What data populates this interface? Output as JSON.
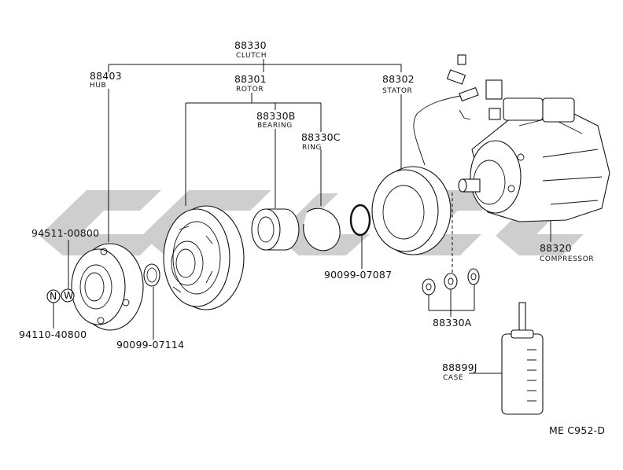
{
  "callouts": {
    "clutch": {
      "number": "88330",
      "name": "CLUTCH"
    },
    "hub": {
      "number": "88403",
      "name": "HUB"
    },
    "rotor": {
      "number": "88301",
      "name": "ROTOR"
    },
    "stator": {
      "number": "88302",
      "name": "STATOR"
    },
    "bearing": {
      "number": "88330B",
      "name": "BEARING"
    },
    "ring": {
      "number": "88330C",
      "name": "RING"
    },
    "bolt": {
      "number": "94511-00800"
    },
    "nut": {
      "number": "94110-40800"
    },
    "snap_ring_rotor": {
      "number": "90099-07114"
    },
    "snap_ring_stator": {
      "number": "90099-07087"
    },
    "compressor": {
      "number": "88320",
      "name": "COMPRESSOR"
    },
    "shims": {
      "number": "88330A"
    },
    "case": {
      "number": "88899J",
      "name": "CASE"
    }
  },
  "markers": {
    "nut_n": "N",
    "nut_w": "W"
  },
  "figure_code": "ME C952-D"
}
